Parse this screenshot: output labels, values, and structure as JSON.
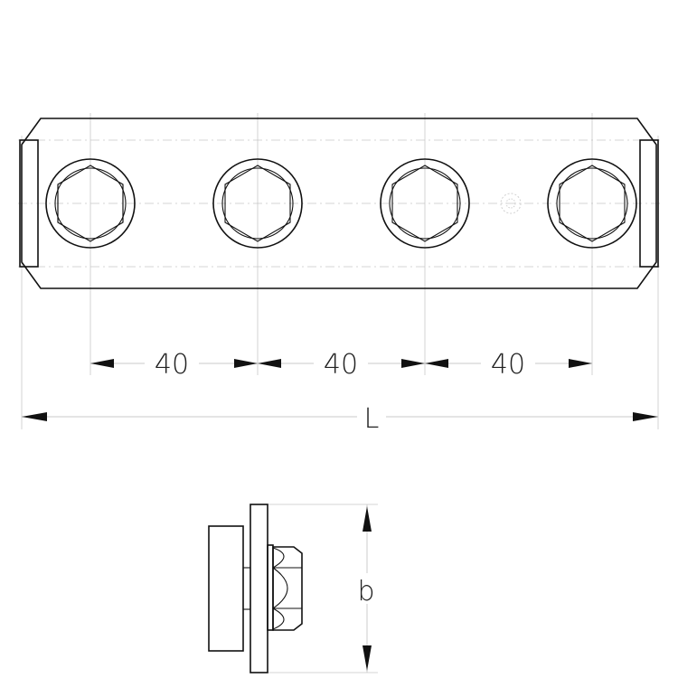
{
  "drawing": {
    "pitch_labels": [
      "40",
      "40",
      "40"
    ],
    "length_label": "L",
    "width_label": "b"
  },
  "colors": {
    "line": "#111111",
    "construction": "#c8c8c8",
    "background": "#ffffff"
  }
}
